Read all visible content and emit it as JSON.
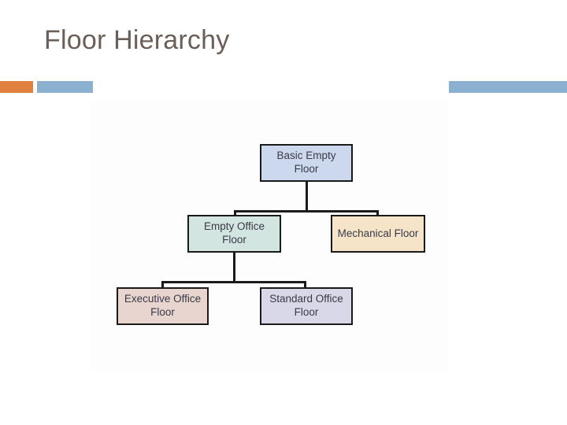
{
  "slide": {
    "title": "Floor Hierarchy",
    "title_color": "#6b5f58"
  },
  "decor": {
    "bar_orange_color": "#e0813f",
    "bar_blue_color": "#8cb0d0"
  },
  "chart_data": {
    "type": "diagram",
    "diagram_type": "tree",
    "title": "Floor Hierarchy",
    "orientation": "top-down",
    "connector_style": "orthogonal",
    "connector_color": "#1a1a1a",
    "node_border_color": "#1a1a1a",
    "nodes": [
      {
        "id": "basic-empty-floor",
        "label": "Basic Empty Floor",
        "level": 0,
        "parent": null,
        "fill": "#ccd8ee"
      },
      {
        "id": "empty-office-floor",
        "label": "Empty Office Floor",
        "level": 1,
        "parent": "basic-empty-floor",
        "fill": "#d3e5e0"
      },
      {
        "id": "mechanical-floor",
        "label": "Mechanical Floor",
        "level": 1,
        "parent": "basic-empty-floor",
        "fill": "#f5e4c8"
      },
      {
        "id": "executive-office-floor",
        "label": "Executive Office Floor",
        "level": 2,
        "parent": "empty-office-floor",
        "fill": "#e8d5d0"
      },
      {
        "id": "standard-office-floor",
        "label": "Standard Office Floor",
        "level": 2,
        "parent": "empty-office-floor",
        "fill": "#d8d8e8"
      }
    ],
    "edges": [
      {
        "from": "basic-empty-floor",
        "to": "empty-office-floor"
      },
      {
        "from": "basic-empty-floor",
        "to": "mechanical-floor"
      },
      {
        "from": "empty-office-floor",
        "to": "executive-office-floor"
      },
      {
        "from": "empty-office-floor",
        "to": "standard-office-floor"
      }
    ]
  }
}
